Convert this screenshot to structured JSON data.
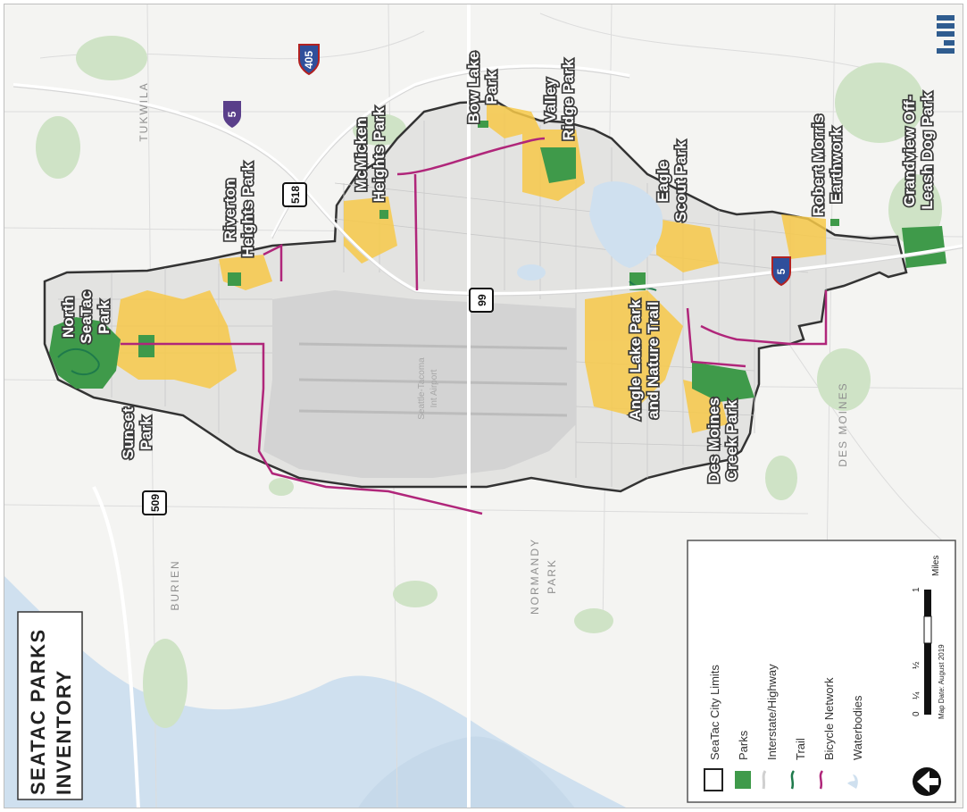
{
  "title": {
    "line1": "SEATAC PARKS",
    "line2": "INVENTORY"
  },
  "cities": {
    "tukwila": "TUKWILA",
    "burien": "BURIEN",
    "normandy_park_1": "NORMANDY",
    "normandy_park_2": "PARK",
    "des_moines": "DES MOINES"
  },
  "airport": {
    "line1": "Seattle-Tacoma",
    "line2": "Int Airport"
  },
  "parks": {
    "north_seatac_1": "North",
    "north_seatac_2": "SeaTac",
    "north_seatac_3": "Park",
    "sunset_1": "Sunset",
    "sunset_2": "Park",
    "riverton_1": "Riverton",
    "riverton_2": "Heights Park",
    "mcmicken_1": "McMicken",
    "mcmicken_2": "Heights Park",
    "bow_lake_1": "Bow Lake",
    "bow_lake_2": "Park",
    "valley_ridge_1": "Valley",
    "valley_ridge_2": "Ridge Park",
    "eagle_scout_1": "Eagle",
    "eagle_scout_2": "Scout Park",
    "angle_lake_1": "Angle Lake Park",
    "angle_lake_2": "and Nature Trail",
    "des_moines_creek_1": "Des Moines",
    "des_moines_creek_2": "Creek Park",
    "robert_morris_1": "Robert Morris",
    "robert_morris_2": "Earthwork",
    "grandview_1": "Grandview Off-",
    "grandview_2": "Leash Dog Park"
  },
  "highways": {
    "i405": "405",
    "i5_north": "5",
    "i5_south": "5",
    "sr518": "518",
    "sr509": "509",
    "sr99": "99"
  },
  "legend": {
    "city_limits": "SeaTac City Limits",
    "parks": "Parks",
    "interstate": "Interstate/Highway",
    "trail": "Trail",
    "bicycle": "Bicycle Network",
    "waterbodies": "Waterbodies"
  },
  "scale": {
    "t0": "0",
    "t1": "¼",
    "t2": "½",
    "t3": "1",
    "unit": "Miles",
    "map_date": "Map Date: August 2019"
  },
  "colors": {
    "parks": "#3f9a4a",
    "yellow_zone": "#f7c949",
    "city_limits": "#333333",
    "trail": "#1e7a4b",
    "bicycle": "#b0267a",
    "water": "#cfe0ef",
    "airport": "#d3d3d3",
    "background": "#f4f4f2"
  },
  "icons": {
    "north_arrow": "north-arrow-icon",
    "logo": "berk-logo-icon"
  }
}
